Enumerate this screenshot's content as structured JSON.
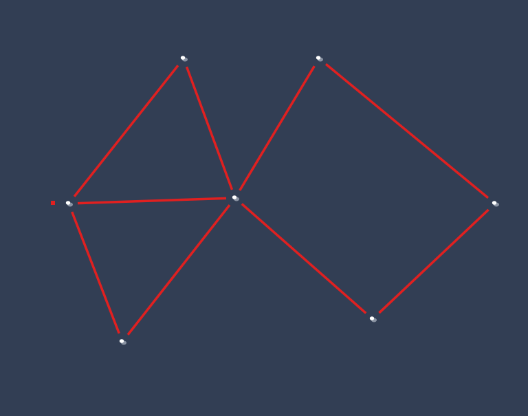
{
  "colors": {
    "background": "#323e54",
    "edge": "#e02020",
    "node": "#ffffff",
    "node_shade": "#8a93a3",
    "cursor": "#e02020"
  },
  "graph": {
    "nodes": [
      {
        "id": "n-left"
      },
      {
        "id": "n-top-left"
      },
      {
        "id": "n-center"
      },
      {
        "id": "n-bottom-left"
      },
      {
        "id": "n-top-right"
      },
      {
        "id": "n-right"
      },
      {
        "id": "n-bottom-right"
      }
    ],
    "edges": [
      {
        "from": "n-left",
        "to": "n-top-left"
      },
      {
        "from": "n-top-left",
        "to": "n-center"
      },
      {
        "from": "n-left",
        "to": "n-center"
      },
      {
        "from": "n-left",
        "to": "n-bottom-left"
      },
      {
        "from": "n-bottom-left",
        "to": "n-center"
      },
      {
        "from": "n-center",
        "to": "n-top-right"
      },
      {
        "from": "n-top-right",
        "to": "n-right"
      },
      {
        "from": "n-right",
        "to": "n-bottom-right"
      },
      {
        "from": "n-bottom-right",
        "to": "n-center"
      }
    ]
  },
  "cursor": {
    "icon": "square-cursor-icon"
  }
}
